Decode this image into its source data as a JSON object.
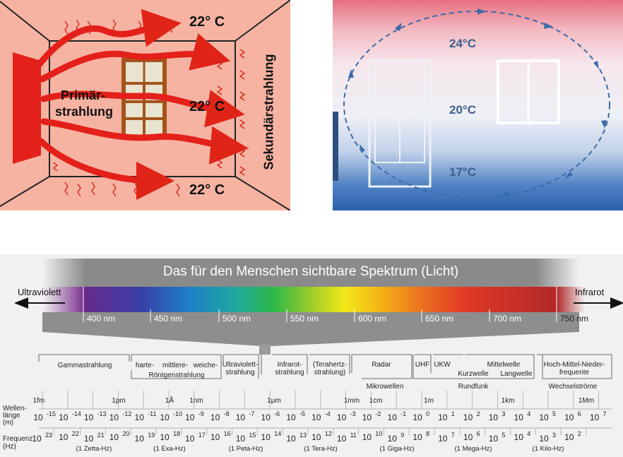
{
  "heater": {
    "primary_line1": "Primär-",
    "primary_line2": "strahlung",
    "secondary": "Sekundärstrahlung",
    "temp_top": "22° C",
    "temp_mid": "22° C",
    "temp_bottom": "22° C"
  },
  "convection": {
    "temp_top": "24°C",
    "temp_mid": "20°C",
    "temp_bottom": "17°C"
  },
  "spectrum": {
    "title": "Das für den Menschen sichtbare Spektrum (Licht)",
    "left_label": "Ultraviolett",
    "right_label": "Infrarot",
    "nm_ticks": [
      "400 nm",
      "450 nm",
      "500 nm",
      "550 nm",
      "600 nm",
      "650 nm",
      "700 nm",
      "750 nm"
    ],
    "categories_top": [
      "Gammastrahlung",
      "harte-",
      "mittlere-",
      "weiche-",
      "Röntgenstrahlung",
      "Ultraviolett-",
      "strahlung",
      "Infrarot-",
      "strahlung",
      "(Terahertz-",
      "strahlung)",
      "Radar",
      "UHF",
      "UKW",
      "Mittelwelle",
      "Kurzwelle",
      "Langwelle",
      "Hoch-Mittel-Nieder-",
      "frequente"
    ],
    "categories_bottom": [
      "Mikrowellen",
      "Rundfunk",
      "Wechselströme"
    ],
    "length_marks": [
      "1fm",
      "1pm",
      "1Å",
      "1nm",
      "1μm",
      "1mm",
      "1cm",
      "1m",
      "1km",
      "1Mm"
    ],
    "wavelength_label": [
      "Wellen-",
      "länge",
      "(m)"
    ],
    "wavelength_exponents": [
      "-15",
      "-14",
      "-13",
      "-12",
      "-11",
      "-10",
      "-9",
      "-8",
      "-7",
      "-6",
      "-5",
      "-4",
      "-3",
      "-2",
      "-1",
      "0",
      "1",
      "2",
      "3",
      "4",
      "5",
      "6",
      "7"
    ],
    "frequency_label": [
      "Frequenz",
      "(Hz)"
    ],
    "frequency_exponents": [
      "23",
      "22",
      "21",
      "20",
      "19",
      "18",
      "17",
      "16",
      "15",
      "14",
      "13",
      "12",
      "11",
      "10",
      "9",
      "8",
      "7",
      "6",
      "5",
      "4",
      "3",
      "2"
    ],
    "frequency_units": [
      "(1 Zetta-Hz)",
      "(1 Exa-Hz)",
      "(1 Peta-Hz)",
      "(1 Tera-Hz)",
      "(1 Giga-Hz)",
      "(1 Mega-Hz)",
      "(1 Kilo-Hz)"
    ],
    "base": "10"
  }
}
